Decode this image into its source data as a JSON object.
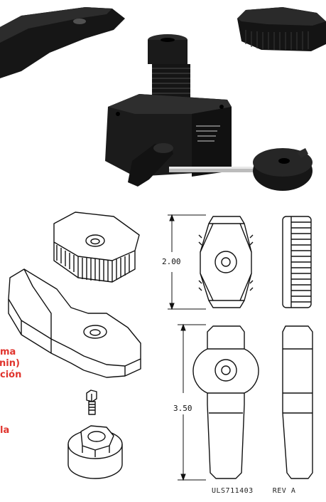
{
  "caption_fragments": [
    "ma",
    "nin)",
    "ción",
    "la"
  ],
  "dimensions": {
    "height_small": "2.00",
    "height_large": "3.50"
  },
  "drawing_number": "ULS711403",
  "revision": "REV A"
}
